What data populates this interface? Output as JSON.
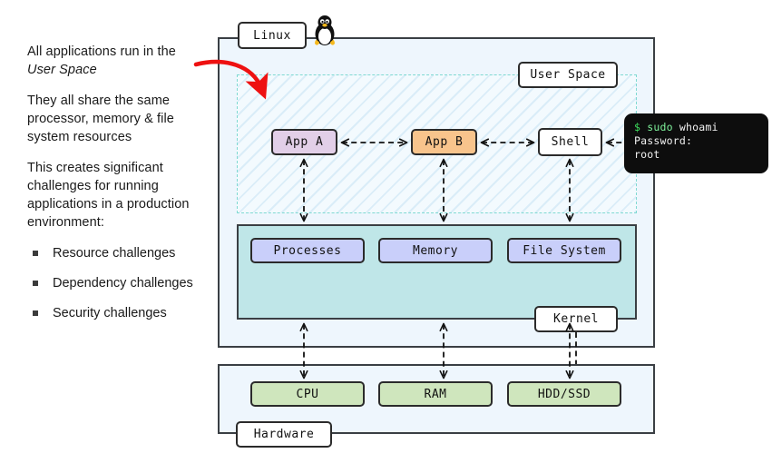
{
  "notes": {
    "paragraphs": [
      {
        "pre": "All applications run in the ",
        "em": "User Space",
        "post": ""
      },
      {
        "pre": "They all share the same processor, memory & file system resources",
        "em": "",
        "post": ""
      },
      {
        "pre": "This creates significant challenges for running applications in a production environment:",
        "em": "",
        "post": ""
      }
    ],
    "bullets": [
      "Resource challenges",
      "Dependency challenges",
      "Security challenges"
    ]
  },
  "diagram": {
    "linux_label": "Linux",
    "userspace_label": "User Space",
    "kernel_label": "Kernel",
    "hardware_label": "Hardware",
    "apps": [
      {
        "name": "app-a",
        "label": "App A",
        "color": "#e2cfe8"
      },
      {
        "name": "app-b",
        "label": "App B",
        "color": "#f8c48c"
      },
      {
        "name": "shell",
        "label": "Shell",
        "color": "#ffffff"
      }
    ],
    "kernel_components": [
      {
        "name": "processes",
        "label": "Processes",
        "color": "#c9cffa"
      },
      {
        "name": "memory",
        "label": "Memory",
        "color": "#c9cffa"
      },
      {
        "name": "filesystem",
        "label": "File System",
        "color": "#c9cffa"
      }
    ],
    "hardware_components": [
      {
        "name": "cpu",
        "label": "CPU",
        "color": "#cfe6bd"
      },
      {
        "name": "ram",
        "label": "RAM",
        "color": "#cfe6bd"
      },
      {
        "name": "disk",
        "label": "HDD/SSD",
        "color": "#cfe6bd"
      }
    ],
    "icons": {
      "penguin": "tux-penguin-icon"
    },
    "colors": {
      "container_fill": "#eef6fd",
      "kernel_fill": "#bfe6e8",
      "userspace_dash": "#7fd9d2",
      "border": "#3a3f44",
      "annotation_arrow": "#ee1111"
    }
  },
  "terminal": {
    "prompt": "$",
    "command_keyword": "sudo",
    "command_args": " whoami",
    "line2": "Password:",
    "line3": "root"
  }
}
